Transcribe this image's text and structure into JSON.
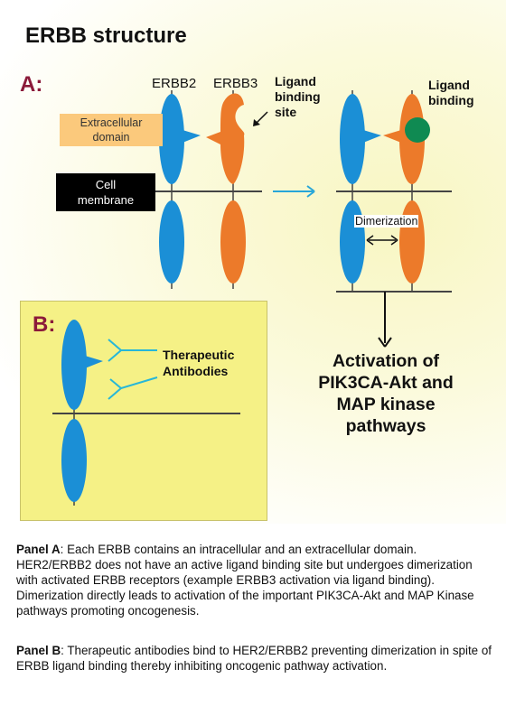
{
  "figure": {
    "title": "ERBB structure",
    "panel_a_label": "A:",
    "panel_b_label": "B:",
    "receptor_left": "ERBB2",
    "receptor_right": "ERBB3",
    "ligand_site_line1": "Ligand",
    "ligand_site_line2": "binding",
    "ligand_site_line3": "site",
    "ligand_binding_line1": "Ligand",
    "ligand_binding_line2": "binding",
    "extracellular_line1": "Extracellular",
    "extracellular_line2": "domain",
    "membrane_line1": "Cell",
    "membrane_line2": "membrane",
    "dimerization": "Dimerization",
    "activation_line1": "Activation of",
    "activation_line2": "PIK3CA-Akt and",
    "activation_line3": "MAP kinase",
    "activation_line4": "pathways",
    "therapeutic_line1": "Therapeutic",
    "therapeutic_line2": "Antibodies",
    "colors": {
      "erbb2": "#1b8fd6",
      "erbb3": "#ec7a2a",
      "ligand": "#0f8a52",
      "antibody": "#27b7d8",
      "panel_label": "#8b1a3a",
      "panel_b_bg": "#f5f186",
      "extracellular_box": "#fbc97c"
    }
  },
  "caption": {
    "panel_a_head": "Panel A",
    "panel_a_text": ": Each ERBB contains an intracellular and an extracellular domain. HER2/ERBB2 does not have an active ligand binding site but undergoes dimerization with activated ERBB receptors (example ERBB3 activation via ligand binding). Dimerization directly leads to activation of the important PIK3CA-Akt and MAP Kinase pathways promoting oncogenesis.",
    "panel_b_head": "Panel B",
    "panel_b_text": ": Therapeutic antibodies bind to HER2/ERBB2 preventing dimerization in spite of ERBB ligand binding thereby inhibiting oncogenic pathway activation."
  }
}
